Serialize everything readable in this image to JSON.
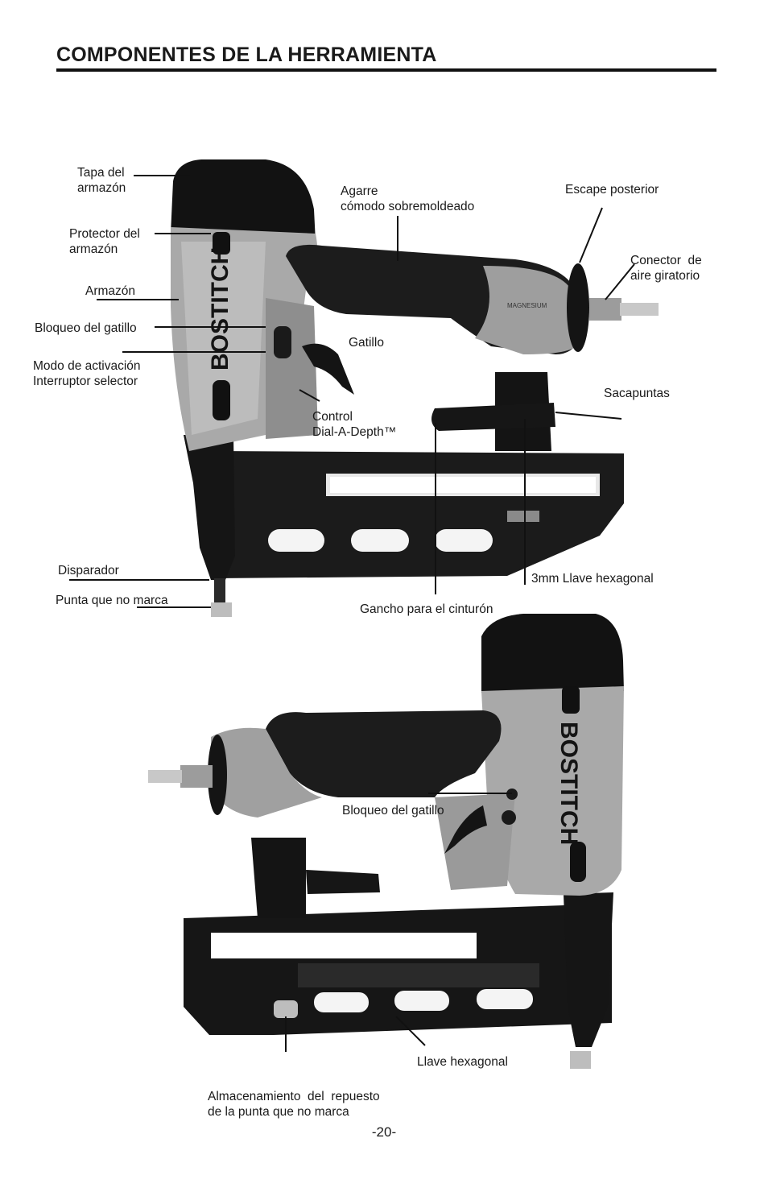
{
  "page": {
    "title": "COMPONENTES DE LA HERRAMIENTA",
    "page_number": "-20-"
  },
  "tool": {
    "brand": "BOSTITCH",
    "grip_marking": "MAGNESIUM"
  },
  "labels_top": {
    "tapa": [
      "Tapa del",
      "armazón"
    ],
    "protector": [
      "Protector del",
      "armazón"
    ],
    "armazon": "Armazón",
    "bloqueo": "Bloqueo del gatillo",
    "modo": [
      "Modo de activación",
      "Interruptor selector"
    ],
    "agarre": [
      "Agarre",
      "cómodo sobremoldeado"
    ],
    "escape": "Escape posterior",
    "conector": [
      "Conector  de",
      "aire giratorio"
    ],
    "gatillo": "Gatillo",
    "sacapuntas": "Sacapuntas",
    "control": [
      "Control",
      "Dial-A-Depth™"
    ],
    "disparador": "Disparador",
    "punta": "Punta que no marca",
    "llave3mm": "3mm Llave hexagonal",
    "gancho": "Gancho para el cinturón"
  },
  "labels_bottom": {
    "bloqueo": "Bloqueo del gatillo",
    "almacenamiento": [
      "Almacenamiento  del  repuesto",
      "de la punta que no marca"
    ],
    "llave": "Llave hexagonal"
  }
}
